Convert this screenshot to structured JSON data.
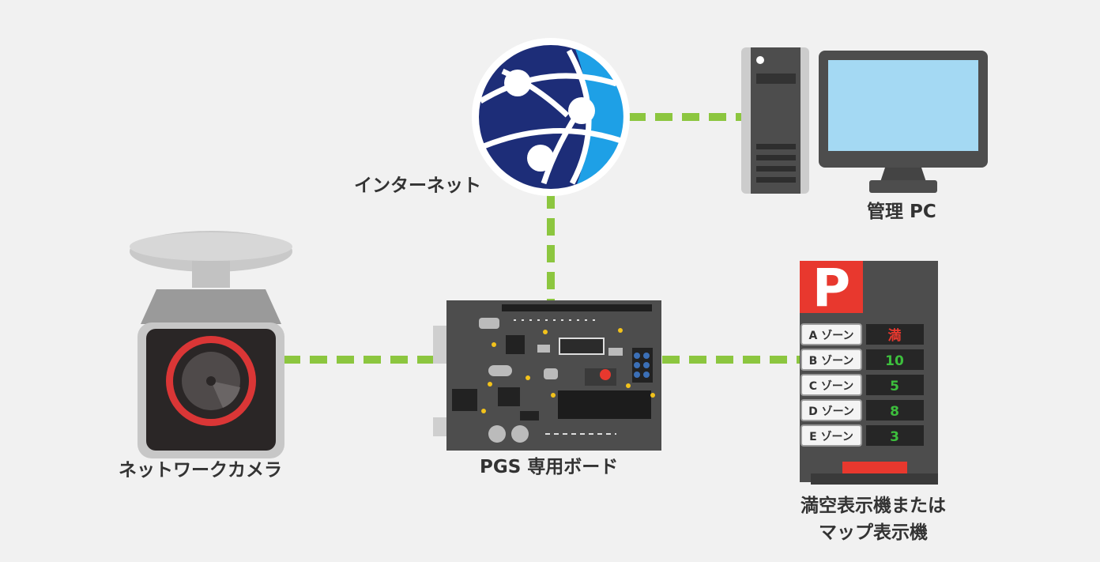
{
  "colors": {
    "background": "#f1f1f1",
    "connection": "#8cc63f",
    "globe_dark": "#1d2d78",
    "globe_light": "#1ea0e6",
    "parking_red": "#e8382e",
    "display_green": "#3dbf3d",
    "display_red": "#e8382e"
  },
  "nodes": {
    "internet": {
      "label": "インターネット",
      "icon": "globe-network-icon"
    },
    "admin_pc": {
      "label": "管理 PC",
      "icon": "desktop-computer-icon"
    },
    "camera": {
      "label": "ネットワークカメラ",
      "icon": "network-camera-icon"
    },
    "board": {
      "label": "PGS 専用ボード",
      "icon": "circuit-board-icon"
    },
    "display": {
      "label_line1": "満空表示機または",
      "label_line2": "マップ表示機",
      "icon": "parking-display-icon",
      "sign_letter": "P"
    }
  },
  "zones": [
    {
      "name": "A ゾーン",
      "value": "満",
      "status": "full"
    },
    {
      "name": "B ゾーン",
      "value": "10",
      "status": "vacant"
    },
    {
      "name": "C ゾーン",
      "value": "5",
      "status": "vacant"
    },
    {
      "name": "D ゾーン",
      "value": "8",
      "status": "vacant"
    },
    {
      "name": "E ゾーン",
      "value": "3",
      "status": "vacant"
    }
  ]
}
